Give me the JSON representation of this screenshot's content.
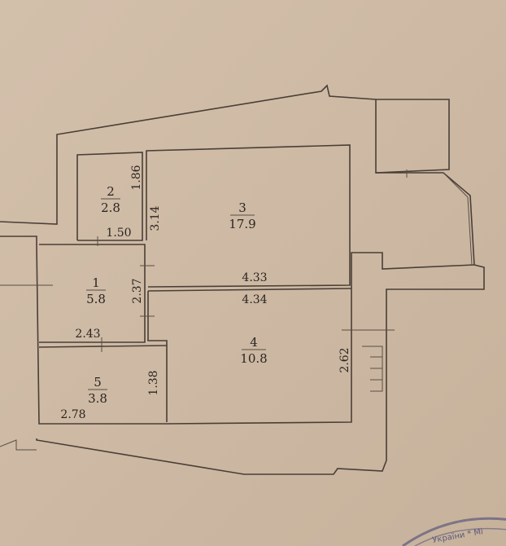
{
  "plan": {
    "rooms": [
      {
        "number": "1",
        "area": "5.8"
      },
      {
        "number": "2",
        "area": "2.8"
      },
      {
        "number": "3",
        "area": "17.9"
      },
      {
        "number": "4",
        "area": "10.8"
      },
      {
        "number": "5",
        "area": "3.8"
      }
    ],
    "dimensions": {
      "room2_height": "1.86",
      "room2_width": "1.50",
      "room3_height": "3.14",
      "room3_width": "4.33",
      "room4_width": "4.34",
      "room1_height": "2.37",
      "room1_width": "2.43",
      "room5_height": "1.38",
      "room5_width": "2.78",
      "corridor_length": "2.62"
    }
  },
  "stamp": {
    "text": "України * Мі"
  },
  "colors": {
    "paper": "#cdb9a4",
    "lines": "#4a3f36",
    "stamp": "#5b5a7a"
  }
}
